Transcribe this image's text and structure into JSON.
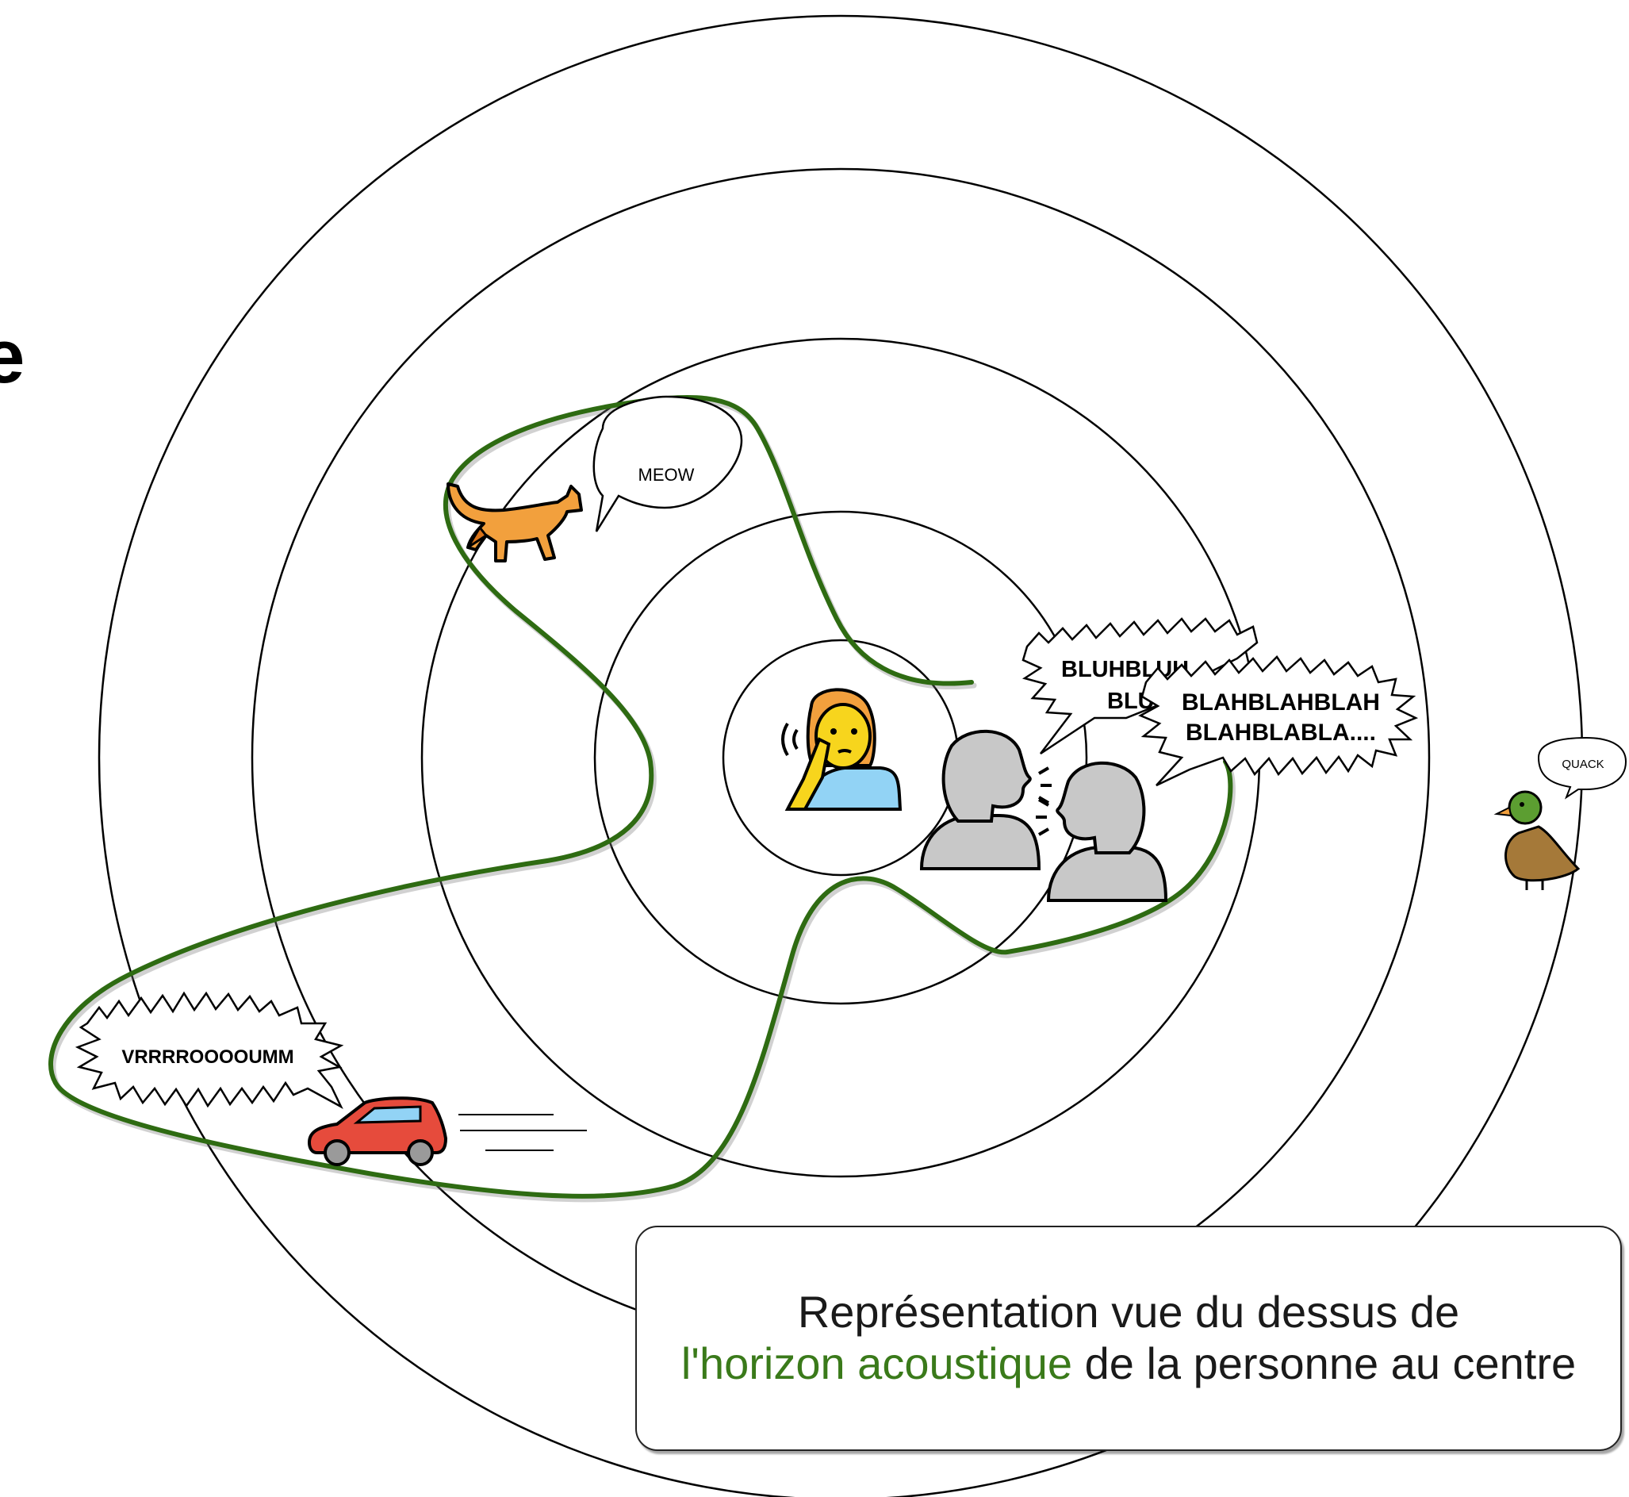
{
  "bubbles": {
    "cat": "MEOW",
    "duck": "QUACK",
    "car": "VRRRROOOOUMM",
    "speaker_back_line1": "BLUHBLUH",
    "speaker_back_line2": "BLUH",
    "speaker_front_line1": "BLAHBLAHBLAH",
    "speaker_front_line2": "BLAHBLABLA...."
  },
  "caption": {
    "line1": "Représentation vue du dessus de",
    "line2_accent": "l'horizon acoustique",
    "line2_rest": " de la personne au centre"
  },
  "left_edge_glyph": "e",
  "icons": [
    "listening-person-icon",
    "speaking-person-icon",
    "cat-icon",
    "car-icon",
    "duck-icon"
  ],
  "colors": {
    "horizon_line": "#2e6b12",
    "caption_accent": "#3a7a1a",
    "cat": "#f2a03d",
    "car": "#e64b3c",
    "person_skin": "#f7d51d",
    "person_shirt": "#92d3f5",
    "speaker_grey": "#c8c8c8",
    "duck_body": "#a57939",
    "duck_head": "#5c9e31"
  }
}
